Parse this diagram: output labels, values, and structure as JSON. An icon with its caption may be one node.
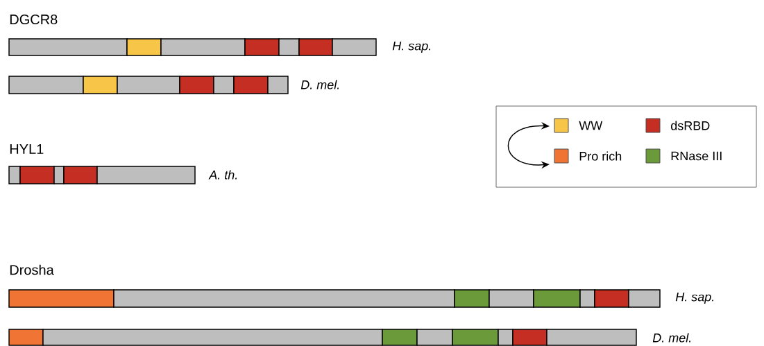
{
  "diagram": {
    "labels": [
      "DGCR8",
      "H. sap.",
      "D. mel.",
      "HYL1",
      "A. th.",
      "Drosha",
      "H. sap.",
      "D. mel."
    ],
    "legend": [
      {
        "text": "WW",
        "color": "#f7c548"
      },
      {
        "text": "dsRBD",
        "color": "#c42e23"
      },
      {
        "text": "Pro rich",
        "color": "#f07434"
      },
      {
        "text": "RNase III",
        "color": "#6a9a3a"
      }
    ]
  }
}
